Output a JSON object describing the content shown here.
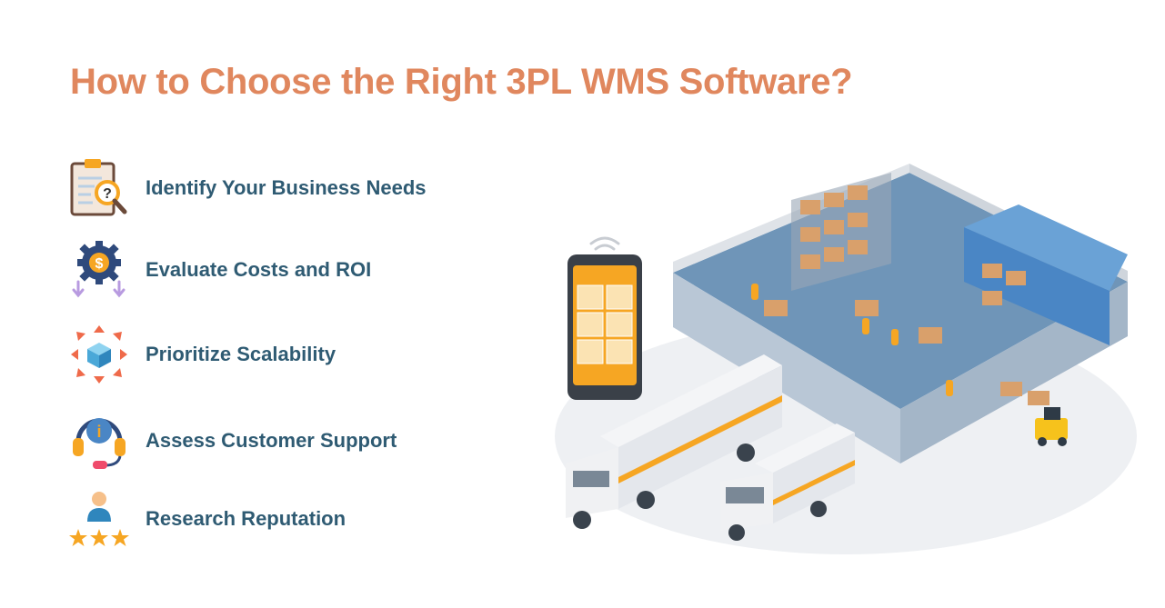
{
  "title": "How to Choose the Right 3PL WMS Software?",
  "items": [
    {
      "label": "Identify Your Business Needs",
      "icon": "clipboard-question-icon"
    },
    {
      "label": "Evaluate Costs and ROI",
      "icon": "dollar-gear-icon"
    },
    {
      "label": "Prioritize Scalability",
      "icon": "expanding-cube-icon"
    },
    {
      "label": "Assess Customer Support",
      "icon": "headset-icon"
    },
    {
      "label": "Research Reputation",
      "icon": "person-stars-icon"
    }
  ],
  "colors": {
    "title": "#e0875e",
    "label": "#2f5b73",
    "accent_orange": "#f6a623",
    "accent_blue": "#4a86c5"
  }
}
